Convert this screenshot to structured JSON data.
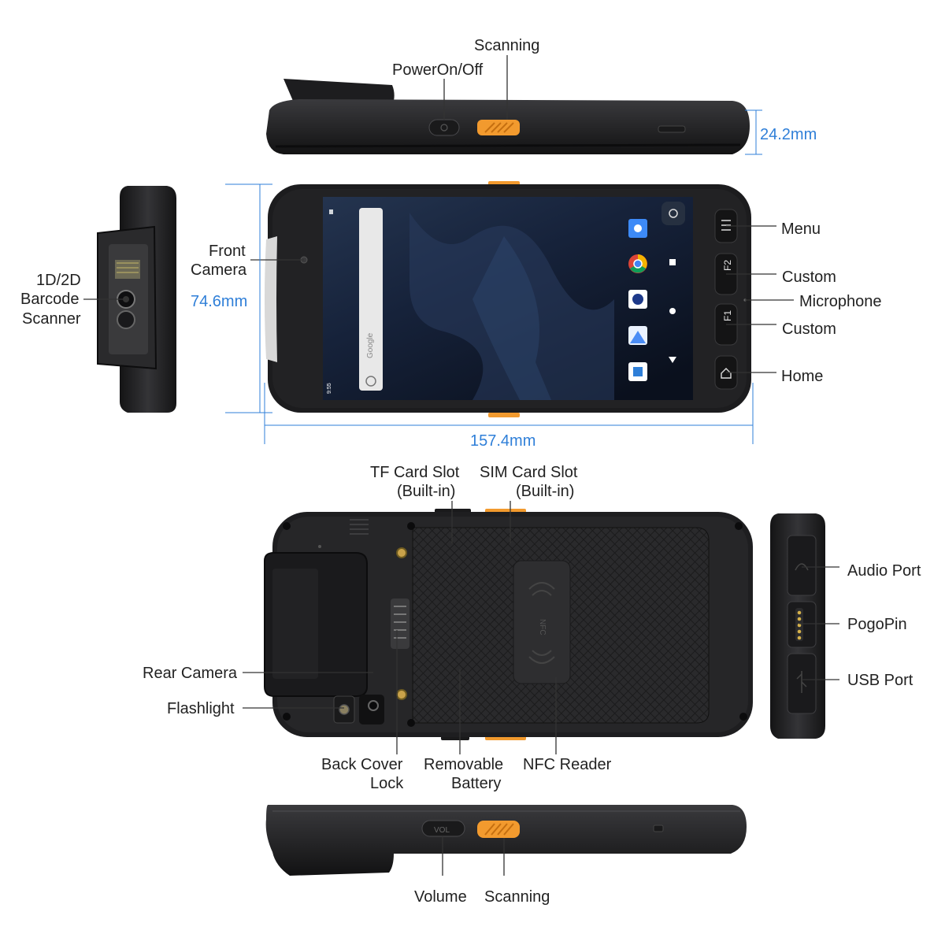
{
  "colors": {
    "body": "#2b2b2d",
    "body_dark": "#151516",
    "accent": "#f29a2e",
    "dimension": "#2f7fd8",
    "label": "#222222",
    "screen_top": "#1b2a44",
    "screen_bottom": "#0d1424"
  },
  "dimensions": {
    "thickness": "24.2mm",
    "height": "74.6mm",
    "length": "157.4mm"
  },
  "labels": {
    "scanning_top": "Scanning",
    "power": "PowerOn/Off",
    "front_camera_1": "Front",
    "front_camera_2": "Camera",
    "scanner_1": "1D/2D",
    "scanner_2": "Barcode",
    "scanner_3": "Scanner",
    "menu": "Menu",
    "custom_f2": "Custom",
    "microphone": "Microphone",
    "custom_f1": "Custom",
    "home": "Home",
    "tf_1": "TF Card Slot",
    "tf_2": "(Built-in)",
    "sim_1": "SIM Card Slot",
    "sim_2": "(Built-in)",
    "rear_camera": "Rear Camera",
    "flashlight": "Flashlight",
    "lock_1": "Back Cover",
    "lock_2": "Lock",
    "battery_1": "Removable",
    "battery_2": "Battery",
    "nfc_reader": "NFC Reader",
    "audio": "Audio Port",
    "pogo": "PogoPin",
    "usb": "USB Port",
    "volume": "Volume",
    "scanning_bottom": "Scanning"
  },
  "device_text": {
    "key_f2": "F2",
    "key_f1": "F1",
    "status_time": "9:55",
    "search_brand": "Google",
    "nfc_mark": "NFC",
    "vol_mark": "VOL"
  },
  "icons": {
    "menu_key": "menu-icon",
    "home_key": "home-icon",
    "nav": [
      "square-nav-icon",
      "circle-nav-icon",
      "triangle-nav-icon"
    ],
    "apps": [
      "camera-app-icon",
      "chrome-app-icon",
      "camera-lens-app-icon",
      "gallery-app-icon",
      "files-app-icon"
    ]
  }
}
